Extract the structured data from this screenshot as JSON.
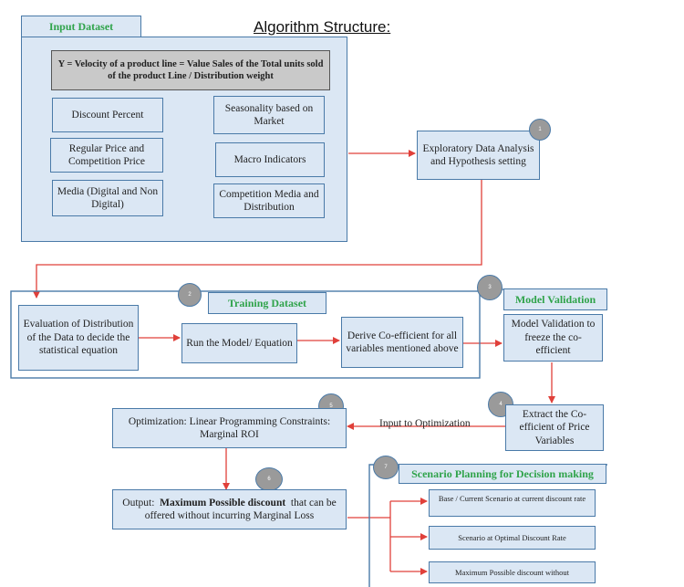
{
  "title": "Algorithm Structure:",
  "input_dataset": {
    "tab": "Input Dataset",
    "formula": "Y = Velocity of a product line = Value Sales of the Total units sold of the product Line / Distribution weight",
    "left_items": [
      "Discount Percent",
      "Regular Price and Competition Price",
      "Media (Digital and Non Digital)"
    ],
    "right_items": [
      "Seasonality based on Market",
      "Macro Indicators",
      "Competition Media and Distribution"
    ]
  },
  "steps": {
    "s1_num": "1",
    "s1_text": "Exploratory Data Analysis and Hypothesis setting",
    "s2_num": "2",
    "training_tab": "Training Dataset",
    "training_items": [
      "Evaluation of Distribution of the Data to decide the statistical equation",
      "Run the Model/ Equation",
      "Derive Co-efficient for all variables mentioned above"
    ],
    "s3_num": "3",
    "validation_tab": "Model Validation",
    "validation_text": "Model Validation to freeze the co-efficient",
    "s4_num": "4",
    "extract_text": "Extract the Co-efficient of Price Variables",
    "arrow_label": "Input to Optimization",
    "s5_num": "5",
    "optimization_text": "Optimization: Linear Programming Constraints: Marginal ROI",
    "s6_num": "6",
    "output_prefix": "Output:",
    "output_bold": "Maximum Possible discount",
    "output_rest": "that can be offered without incurring Marginal Loss",
    "s7_num": "7",
    "scenario_tab": "Scenario Planning for Decision making",
    "scenario_items": [
      "Base / Current Scenario at current discount rate",
      "Scenario at Optimal Discount Rate",
      "Maximum Possible discount without"
    ]
  },
  "colors": {
    "box_fill": "#dbe7f4",
    "box_border": "#4a7aa8",
    "tab_text": "#2fa34a",
    "arrow": "#e0403a",
    "formula_fill": "#c9c9c9"
  }
}
